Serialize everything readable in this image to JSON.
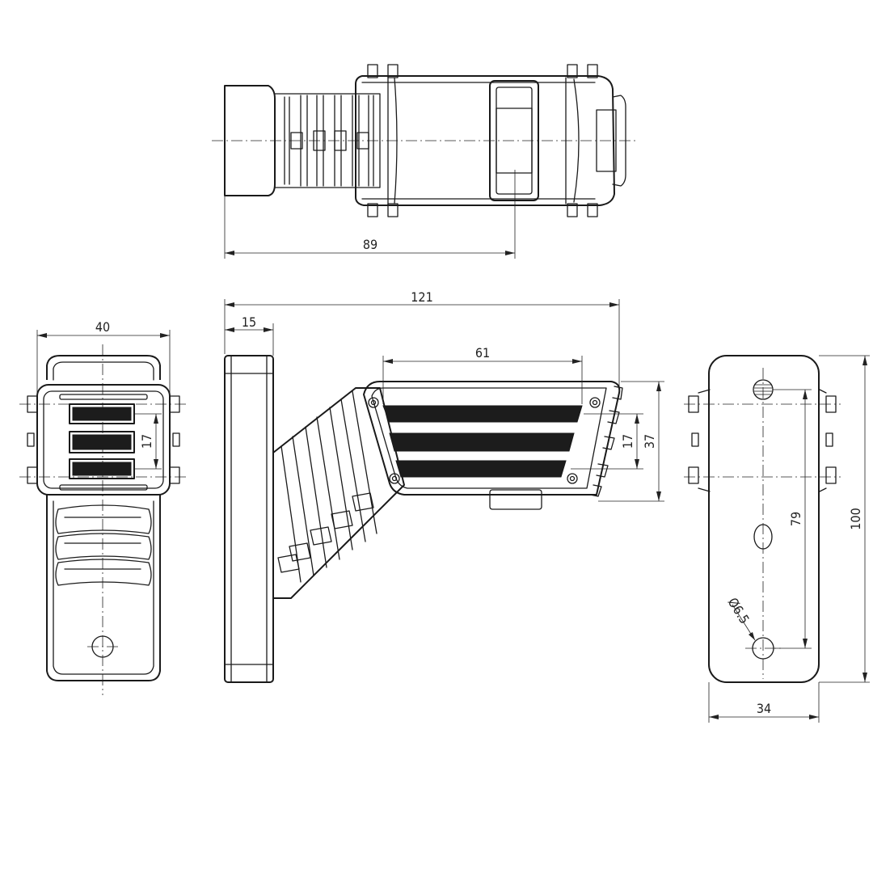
{
  "dimensions": {
    "top_length": "89",
    "overall_length": "121",
    "base_thickness": "15",
    "lens_length": "61",
    "lens_pitch_side": "17",
    "lens_block_height": "37",
    "front_width": "40",
    "front_pitch": "17",
    "base_width": "34",
    "base_height": "100",
    "hole_spacing": "79",
    "hole_diameter": "Ø6.5"
  }
}
